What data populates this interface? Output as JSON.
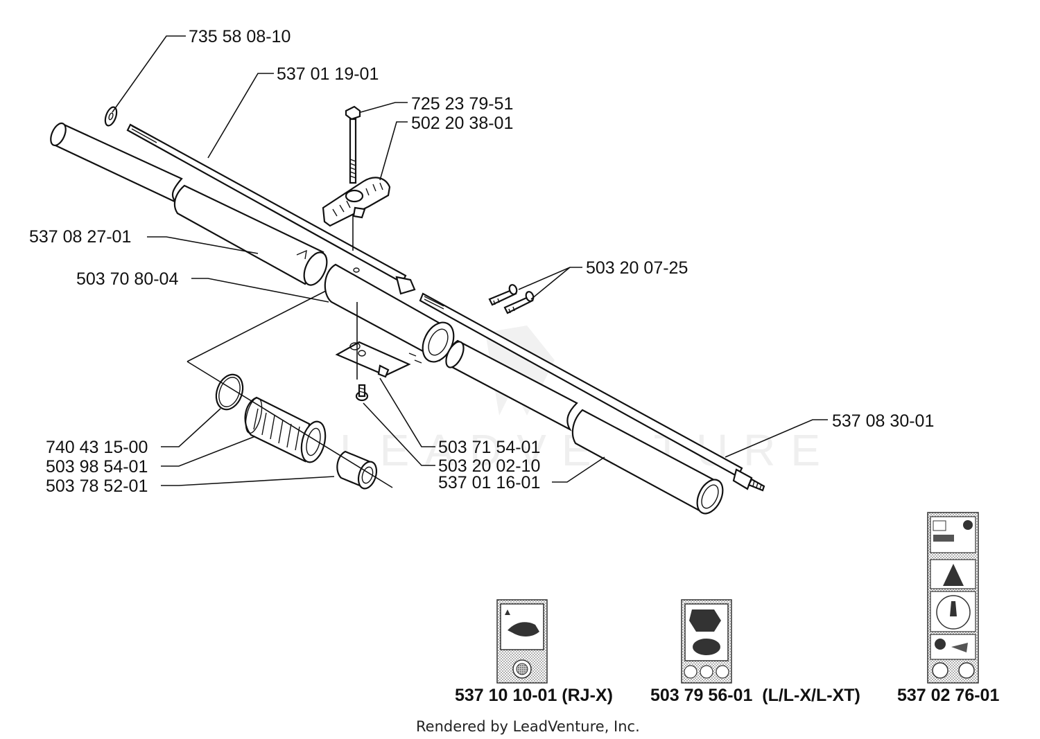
{
  "callouts": [
    {
      "id": "washer",
      "text": "735 58 08-10"
    },
    {
      "id": "drive-shaft",
      "text": "537 01 19-01"
    },
    {
      "id": "bolt",
      "text": "725 23 79-51"
    },
    {
      "id": "knob",
      "text": "502 20 38-01"
    },
    {
      "id": "outer-tube-upper",
      "text": "537 08 27-01"
    },
    {
      "id": "coupling",
      "text": "503 70 80-04"
    },
    {
      "id": "screws",
      "text": "503 20 07-25"
    },
    {
      "id": "shaft-tip",
      "text": "537 08 30-01"
    },
    {
      "id": "o-ring",
      "text": "740 43 15-00"
    },
    {
      "id": "bearing-sleeve",
      "text": "503 98 54-01"
    },
    {
      "id": "bushing",
      "text": "503 78 52-01"
    },
    {
      "id": "bracket",
      "text": "503 71 54-01"
    },
    {
      "id": "screw-bottom",
      "text": "503 20 02-10"
    },
    {
      "id": "outer-tube-lower",
      "text": "537 01 16-01"
    }
  ],
  "decals": [
    {
      "id": "decal-rjx",
      "text": "537 10 10-01 (RJ-X)"
    },
    {
      "id": "decal-l",
      "text": "503 79 56-01  (L/L-X/L-XT)"
    },
    {
      "id": "decal-tall",
      "text": "537 02 76-01"
    }
  ],
  "watermark": "LEADVENTURE",
  "footer": "Rendered by LeadVenture, Inc."
}
